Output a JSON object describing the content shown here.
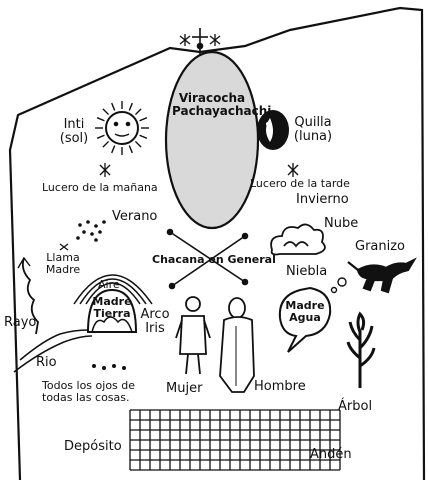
{
  "labels": {
    "viracocha_line1": "Viracocha",
    "viracocha_line2": "Pachayachachi",
    "inti_line1": "Inti",
    "inti_line2": "(sol)",
    "quilla_line1": "Quilla",
    "quilla_line2": "(luna)",
    "lucero_manana": "Lucero de la mañana",
    "lucero_tarde": "Lucero de la tarde",
    "invierno": "Invierno",
    "verano": "Verano",
    "nube": "Nube",
    "granizo": "Granizo",
    "llama_line1": "Llama",
    "llama_line2": "Madre",
    "chacana": "Chacana en General",
    "niebla": "Niebla",
    "aire": "Aire",
    "madre_tierra_line1": "Madre",
    "madre_tierra_line2": "Tierra",
    "arco_line1": "Arco",
    "arco_line2": "Iris",
    "madre_agua_line1": "Madre",
    "madre_agua_line2": "Agua",
    "rayo": "Rayo",
    "rio": "Rio",
    "ojos_line1": "Todos los ojos de",
    "ojos_line2": "todas las cosas.",
    "mujer": "Mujer",
    "hombre": "Hombre",
    "arbol": "Árbol",
    "deposito": "Depósito",
    "anden": "Andén"
  },
  "colors": {
    "ink": "#111111",
    "oval_fill": "#d9d9d9",
    "background": "#ffffff"
  }
}
